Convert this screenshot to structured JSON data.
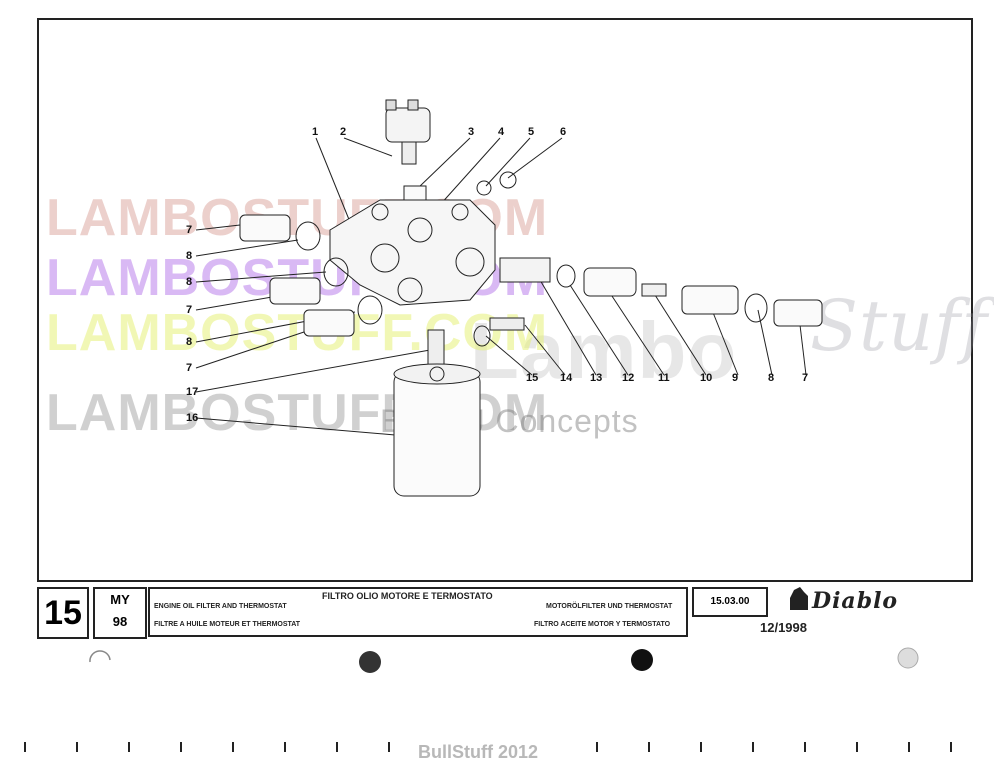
{
  "watermarks": {
    "line1": "LAMBOSTUFF.COM",
    "line2": "LAMBOSTUFF.COM",
    "line3": "LAMBOSTUFF.COM",
    "line4": "LAMBOSTUFF.COM",
    "by": "By J&J Concepts",
    "stuff": "Stuff",
    "lambo": "Lambo"
  },
  "callouts": {
    "c1": "1",
    "c2": "2",
    "c3": "3",
    "c4": "4",
    "c5": "5",
    "c6": "6",
    "c7a": "7",
    "c8a": "8",
    "c8b": "8",
    "c7b": "7",
    "c8c": "8",
    "c7c": "7",
    "c17": "17",
    "c16": "16",
    "c15": "15",
    "c14": "14",
    "c13": "13",
    "c12": "12",
    "c11": "11",
    "c10": "10",
    "c9": "9",
    "c8d": "8",
    "c7d": "7"
  },
  "title_block": {
    "section_number": "15",
    "my_label": "MY",
    "my_year": "98",
    "title_it": "FILTRO OLIO MOTORE E TERMOSTATO",
    "title_en": "ENGINE OIL FILTER AND THERMOSTAT",
    "title_fr": "FILTRE A HUILE MOTEUR ET THERMOSTAT",
    "title_de": "MOTORÖLFILTER UND THERMOSTAT",
    "title_es": "FILTRO ACEITE MOTOR Y TERMOSTATO",
    "page_code": "15.03.00",
    "brand": "Diablo",
    "edition": "12/1998"
  },
  "footer": {
    "credit": "BullStuff 2012"
  }
}
